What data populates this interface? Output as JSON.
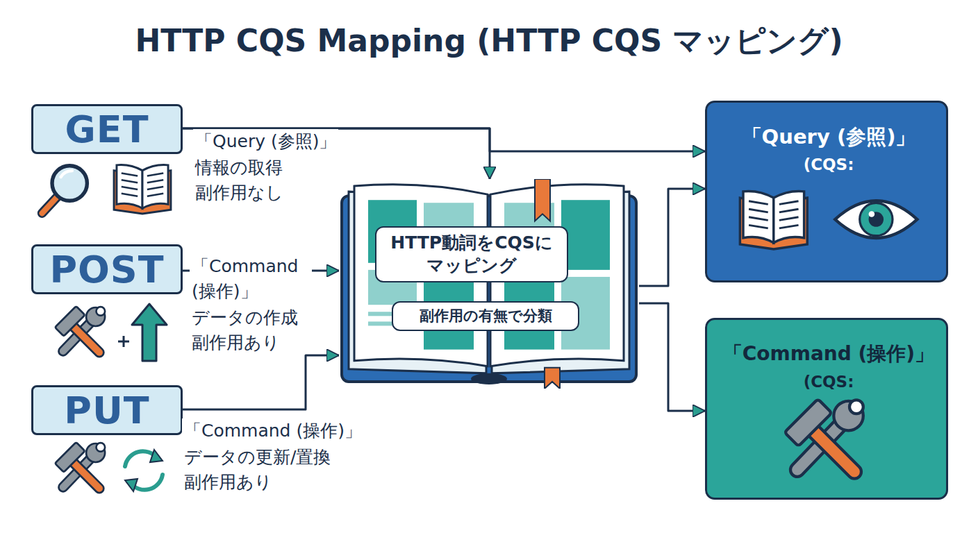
{
  "diagram": {
    "title": "HTTP CQS Mapping (HTTP CQS マッピング)",
    "nodes": [
      {
        "text": [
          "GET"
        ]
      },
      {
        "text": [
          "POST"
        ]
      },
      {
        "text": [
          "PUT"
        ]
      },
      {
        "text": [
          "HTTP動詞をCQSに マッピング",
          "副作用の有無で分類"
        ]
      },
      {
        "text": [
          "「Query (参照)」",
          "(CQS:"
        ]
      },
      {
        "text": [
          "「Command (操作)」",
          "(CQS:"
        ]
      }
    ],
    "edges": [
      {
        "from": 0,
        "to": 3,
        "arrow": "to"
      },
      {
        "from": 0,
        "to": 4,
        "arrow": "to"
      },
      {
        "from": 1,
        "to": 3,
        "arrow": "to"
      },
      {
        "from": 2,
        "to": 3,
        "arrow": "to"
      },
      {
        "from": 3,
        "to": 4,
        "arrow": "to"
      },
      {
        "from": 3,
        "to": 5,
        "arrow": "to"
      }
    ],
    "labels": [
      "「Query (参照)」",
      "情報の取得",
      "副作用なし",
      "「Command (操作)」",
      "データの作成",
      "副作用あり",
      "「Command (操作)」",
      "データの更新/置換",
      "副作用あり"
    ]
  }
}
